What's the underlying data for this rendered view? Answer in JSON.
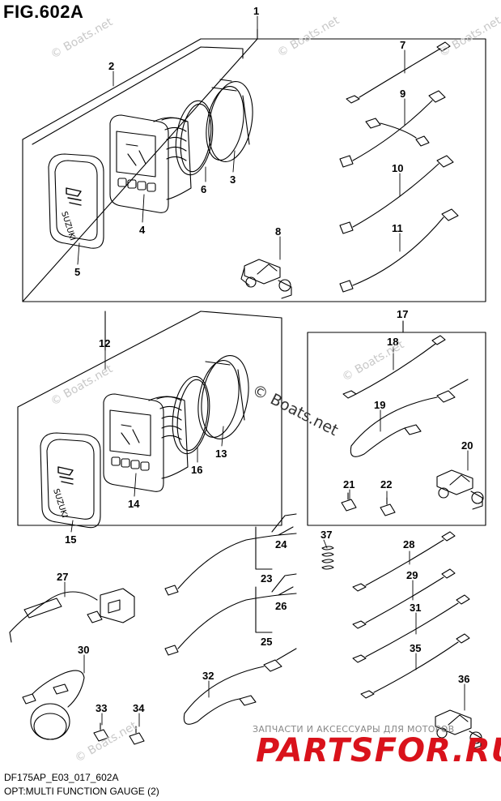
{
  "figure": {
    "title": "FIG.602A",
    "model_code": "DF175AP_E03_017_602A",
    "caption": "OPT:MULTI FUNCTION GAUGE (2)"
  },
  "watermarks": {
    "copyright_small": "© Boats.net",
    "copyright_main": "© Boats.net"
  },
  "partsfor": {
    "tagline": "ЗАПЧАСТИ И АКСЕССУАРЫ ДЛЯ МОТОРОВ",
    "logo": "PARTSFOR.RU",
    "logo_color": "#d9121b"
  },
  "callouts": [
    {
      "id": "1",
      "label": "1"
    },
    {
      "id": "2",
      "label": "2"
    },
    {
      "id": "3",
      "label": "3"
    },
    {
      "id": "4",
      "label": "4"
    },
    {
      "id": "5",
      "label": "5"
    },
    {
      "id": "6",
      "label": "6"
    },
    {
      "id": "7",
      "label": "7"
    },
    {
      "id": "8",
      "label": "8"
    },
    {
      "id": "9",
      "label": "9"
    },
    {
      "id": "10",
      "label": "10"
    },
    {
      "id": "11",
      "label": "11"
    },
    {
      "id": "12",
      "label": "12"
    },
    {
      "id": "13",
      "label": "13"
    },
    {
      "id": "14",
      "label": "14"
    },
    {
      "id": "15",
      "label": "15"
    },
    {
      "id": "16",
      "label": "16"
    },
    {
      "id": "17",
      "label": "17"
    },
    {
      "id": "18",
      "label": "18"
    },
    {
      "id": "19",
      "label": "19"
    },
    {
      "id": "20",
      "label": "20"
    },
    {
      "id": "21",
      "label": "21"
    },
    {
      "id": "22",
      "label": "22"
    },
    {
      "id": "23",
      "label": "23"
    },
    {
      "id": "24",
      "label": "24"
    },
    {
      "id": "25",
      "label": "25"
    },
    {
      "id": "26",
      "label": "26"
    },
    {
      "id": "27",
      "label": "27"
    },
    {
      "id": "28",
      "label": "28"
    },
    {
      "id": "29",
      "label": "29"
    },
    {
      "id": "30",
      "label": "30"
    },
    {
      "id": "31",
      "label": "31"
    },
    {
      "id": "32",
      "label": "32"
    },
    {
      "id": "33",
      "label": "33"
    },
    {
      "id": "34",
      "label": "34"
    },
    {
      "id": "35",
      "label": "35"
    },
    {
      "id": "36",
      "label": "36"
    },
    {
      "id": "37",
      "label": "37"
    }
  ],
  "colors": {
    "line": "#000000",
    "watermark": "#c8c8c8"
  }
}
